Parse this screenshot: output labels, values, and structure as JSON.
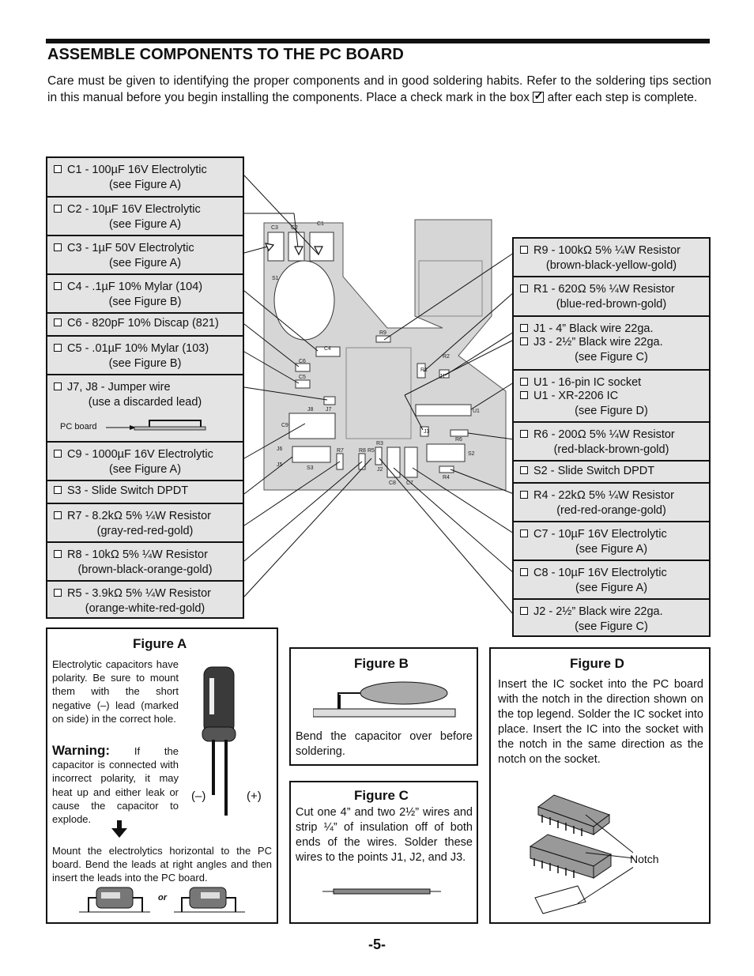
{
  "header": {
    "title": "ASSEMBLE COMPONENTS TO THE PC BOARD",
    "intro_a": "Care must be given to identifying the proper components and in good soldering habits. Refer to the soldering tips section in this manual before you begin installing the components. Place a check mark in the box",
    "intro_b": "after each step is complete."
  },
  "left_list": [
    {
      "l1": "C1 - 100µF 16V Electrolytic",
      "l2": "(see Figure A)"
    },
    {
      "l1": "C2 - 10µF 16V Electrolytic",
      "l2": "(see Figure A)"
    },
    {
      "l1": "C3 - 1µF 50V Electrolytic",
      "l2": "(see Figure A)"
    },
    {
      "l1": "C4 - .1µF 10% Mylar (104)",
      "l2": "(see Figure B)"
    },
    {
      "l1": "C6 - 820pF 10% Discap (821)"
    },
    {
      "l1": "C5 - .01µF 10% Mylar (103)",
      "l2": "(see Figure B)"
    },
    {
      "l1": "J7, J8 - Jumper wire",
      "l2": "(use a discarded lead)",
      "note": "PC board"
    },
    {
      "l1": "C9 - 1000µF 16V Electrolytic",
      "l2": "(see Figure A)"
    },
    {
      "l1": "S3 - Slide Switch DPDT"
    },
    {
      "l1": "R7 - 8.2kΩ 5% ¼W Resistor",
      "l2": "(gray-red-red-gold)"
    },
    {
      "l1": "R8 - 10kΩ 5% ¼W Resistor",
      "l2": "(brown-black-orange-gold)"
    },
    {
      "l1": "R5 - 3.9kΩ 5% ¼W Resistor",
      "l2": "(orange-white-red-gold)"
    }
  ],
  "right_list": [
    {
      "l1": "R9 - 100kΩ 5% ¼W Resistor",
      "l2": "(brown-black-yellow-gold)"
    },
    {
      "l1": "R1 - 620Ω 5% ¼W Resistor",
      "l2": "(blue-red-brown-gold)"
    },
    {
      "l1": "J1 - 4” Black wire 22ga.",
      "l1b": "J3 - 2½” Black wire 22ga.",
      "l3": "(see Figure C)"
    },
    {
      "l1": "U1 - 16-pin IC socket",
      "l1b": "U1 - XR-2206 IC",
      "l3": "(see Figure D)"
    },
    {
      "l1": "R6 - 200Ω 5% ¼W Resistor",
      "l2": "(red-black-brown-gold)"
    },
    {
      "l1": "S2 - Slide Switch DPDT"
    },
    {
      "l1": "R4 - 22kΩ 5% ¼W Resistor",
      "l2": "(red-red-orange-gold)"
    },
    {
      "l1": "C7 - 10µF 16V Electrolytic",
      "l2": "(see Figure A)"
    },
    {
      "l1": "C8 - 10µF 16V Electrolytic",
      "l2": "(see Figure A)"
    },
    {
      "l1": "J2 - 2½” Black wire 22ga.",
      "l2": "(see Figure C)"
    }
  ],
  "board_labels": {
    "c3": "C3",
    "c2": "C2",
    "c1": "C1",
    "s1": "S1",
    "c4": "C4",
    "c6": "C6",
    "c5": "C5",
    "j8": "J8",
    "j7": "J7",
    "c9": "C9",
    "j6": "J6",
    "j5": "J5",
    "s3": "S3",
    "r7": "R7",
    "r8": "R8",
    "r5": "R5",
    "r3": "R3",
    "j2": "J2",
    "c8": "C8",
    "c7": "C7",
    "s2": "S2",
    "r4": "R4",
    "r6": "R6",
    "j3": "J3",
    "r9": "R9",
    "r2": "R2",
    "r1": "R1",
    "j1": "J1",
    "u1": "U1"
  },
  "figure_a": {
    "title": "Figure A",
    "text": "Electrolytic capacitors have polarity. Be sure to mount them with the short negative (–) lead (marked on side) in the correct hole.",
    "warning_label": "Warning:",
    "warning_text": "If the capacitor is connected with incorrect polarity, it may heat up and either leak or cause the capacitor to explode.",
    "neg": "(–)",
    "pos": "(+)",
    "mount_text": "Mount the electrolytics horizontal to the PC board. Bend the leads at right angles and then insert the leads into the PC board.",
    "or": "or"
  },
  "figure_b": {
    "title": "Figure B",
    "text": "Bend the capacitor over before soldering."
  },
  "figure_c": {
    "title": "Figure C",
    "text": "Cut one 4” and two 2½” wires and strip ¼” of insulation off of both ends of the wires. Solder these wires to the points J1, J2, and J3."
  },
  "figure_d": {
    "title": "Figure D",
    "text": "Insert the IC socket into the PC board with the notch in the direction shown on the top legend. Solder the IC socket into place. Insert the IC into the socket with the notch in the same direction as the notch on the socket.",
    "notch": "Notch"
  },
  "footer": {
    "page": "-5-"
  }
}
